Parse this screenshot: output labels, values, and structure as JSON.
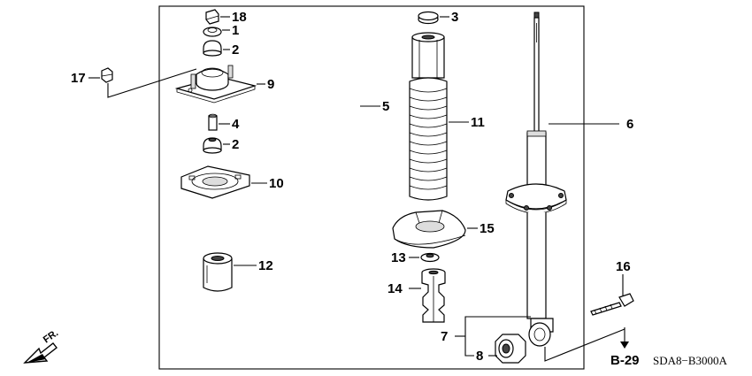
{
  "diagram": {
    "callouts": {
      "p18": "18",
      "p1": "1",
      "p2a": "2",
      "p17": "17",
      "p9": "9",
      "p4": "4",
      "p2b": "2",
      "p10": "10",
      "p12": "12",
      "p5": "5",
      "p3": "3",
      "p11": "11",
      "p15": "15",
      "p13": "13",
      "p14": "14",
      "p6": "6",
      "p16": "16",
      "p7": "7",
      "p8": "8"
    },
    "reference_code": "B-29",
    "front_marker": "FR.",
    "part_code": "SDA8−B3000A"
  }
}
